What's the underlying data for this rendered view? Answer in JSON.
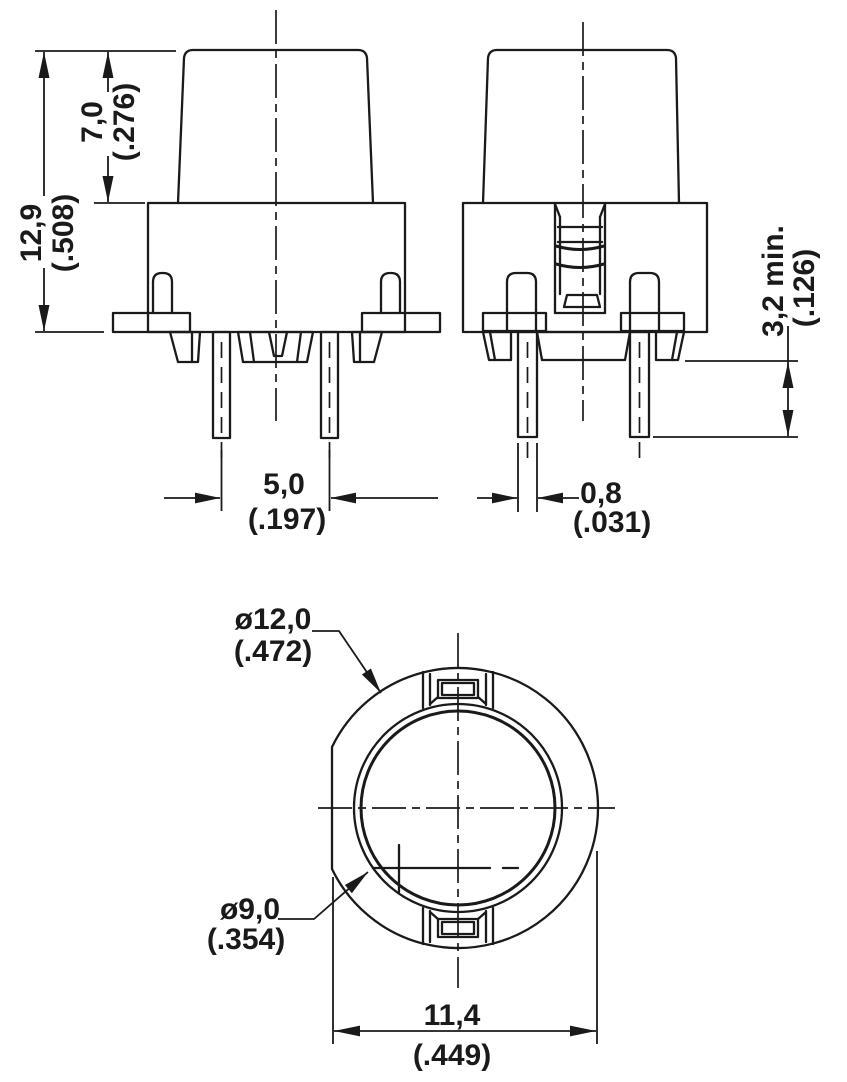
{
  "drawing": {
    "type": "technical-drawing",
    "component": "pushbutton-switch",
    "colors": {
      "line": "#1a1a1a",
      "background": "#ffffff"
    },
    "views": {
      "front": {
        "name": "front-view",
        "dims": {
          "total_height_mm": "12,9",
          "total_height_in": "(.508)",
          "cap_height_mm": "7,0",
          "cap_height_in": "(.276)",
          "pin_spacing_mm": "5,0",
          "pin_spacing_in": "(.197)"
        }
      },
      "side": {
        "name": "side-view",
        "dims": {
          "standoff_mm": "3,2 min.",
          "standoff_in": "(.126)",
          "pin_thickness_mm": "0,8",
          "pin_thickness_in": "(.031)"
        }
      },
      "top": {
        "name": "top-view",
        "dims": {
          "outer_diameter_mm": "ø12,0",
          "outer_diameter_in": "(.472)",
          "button_diameter_mm": "ø9,0",
          "button_diameter_in": "(.354)",
          "body_width_mm": "11,4",
          "body_width_in": "(.449)"
        }
      }
    }
  }
}
